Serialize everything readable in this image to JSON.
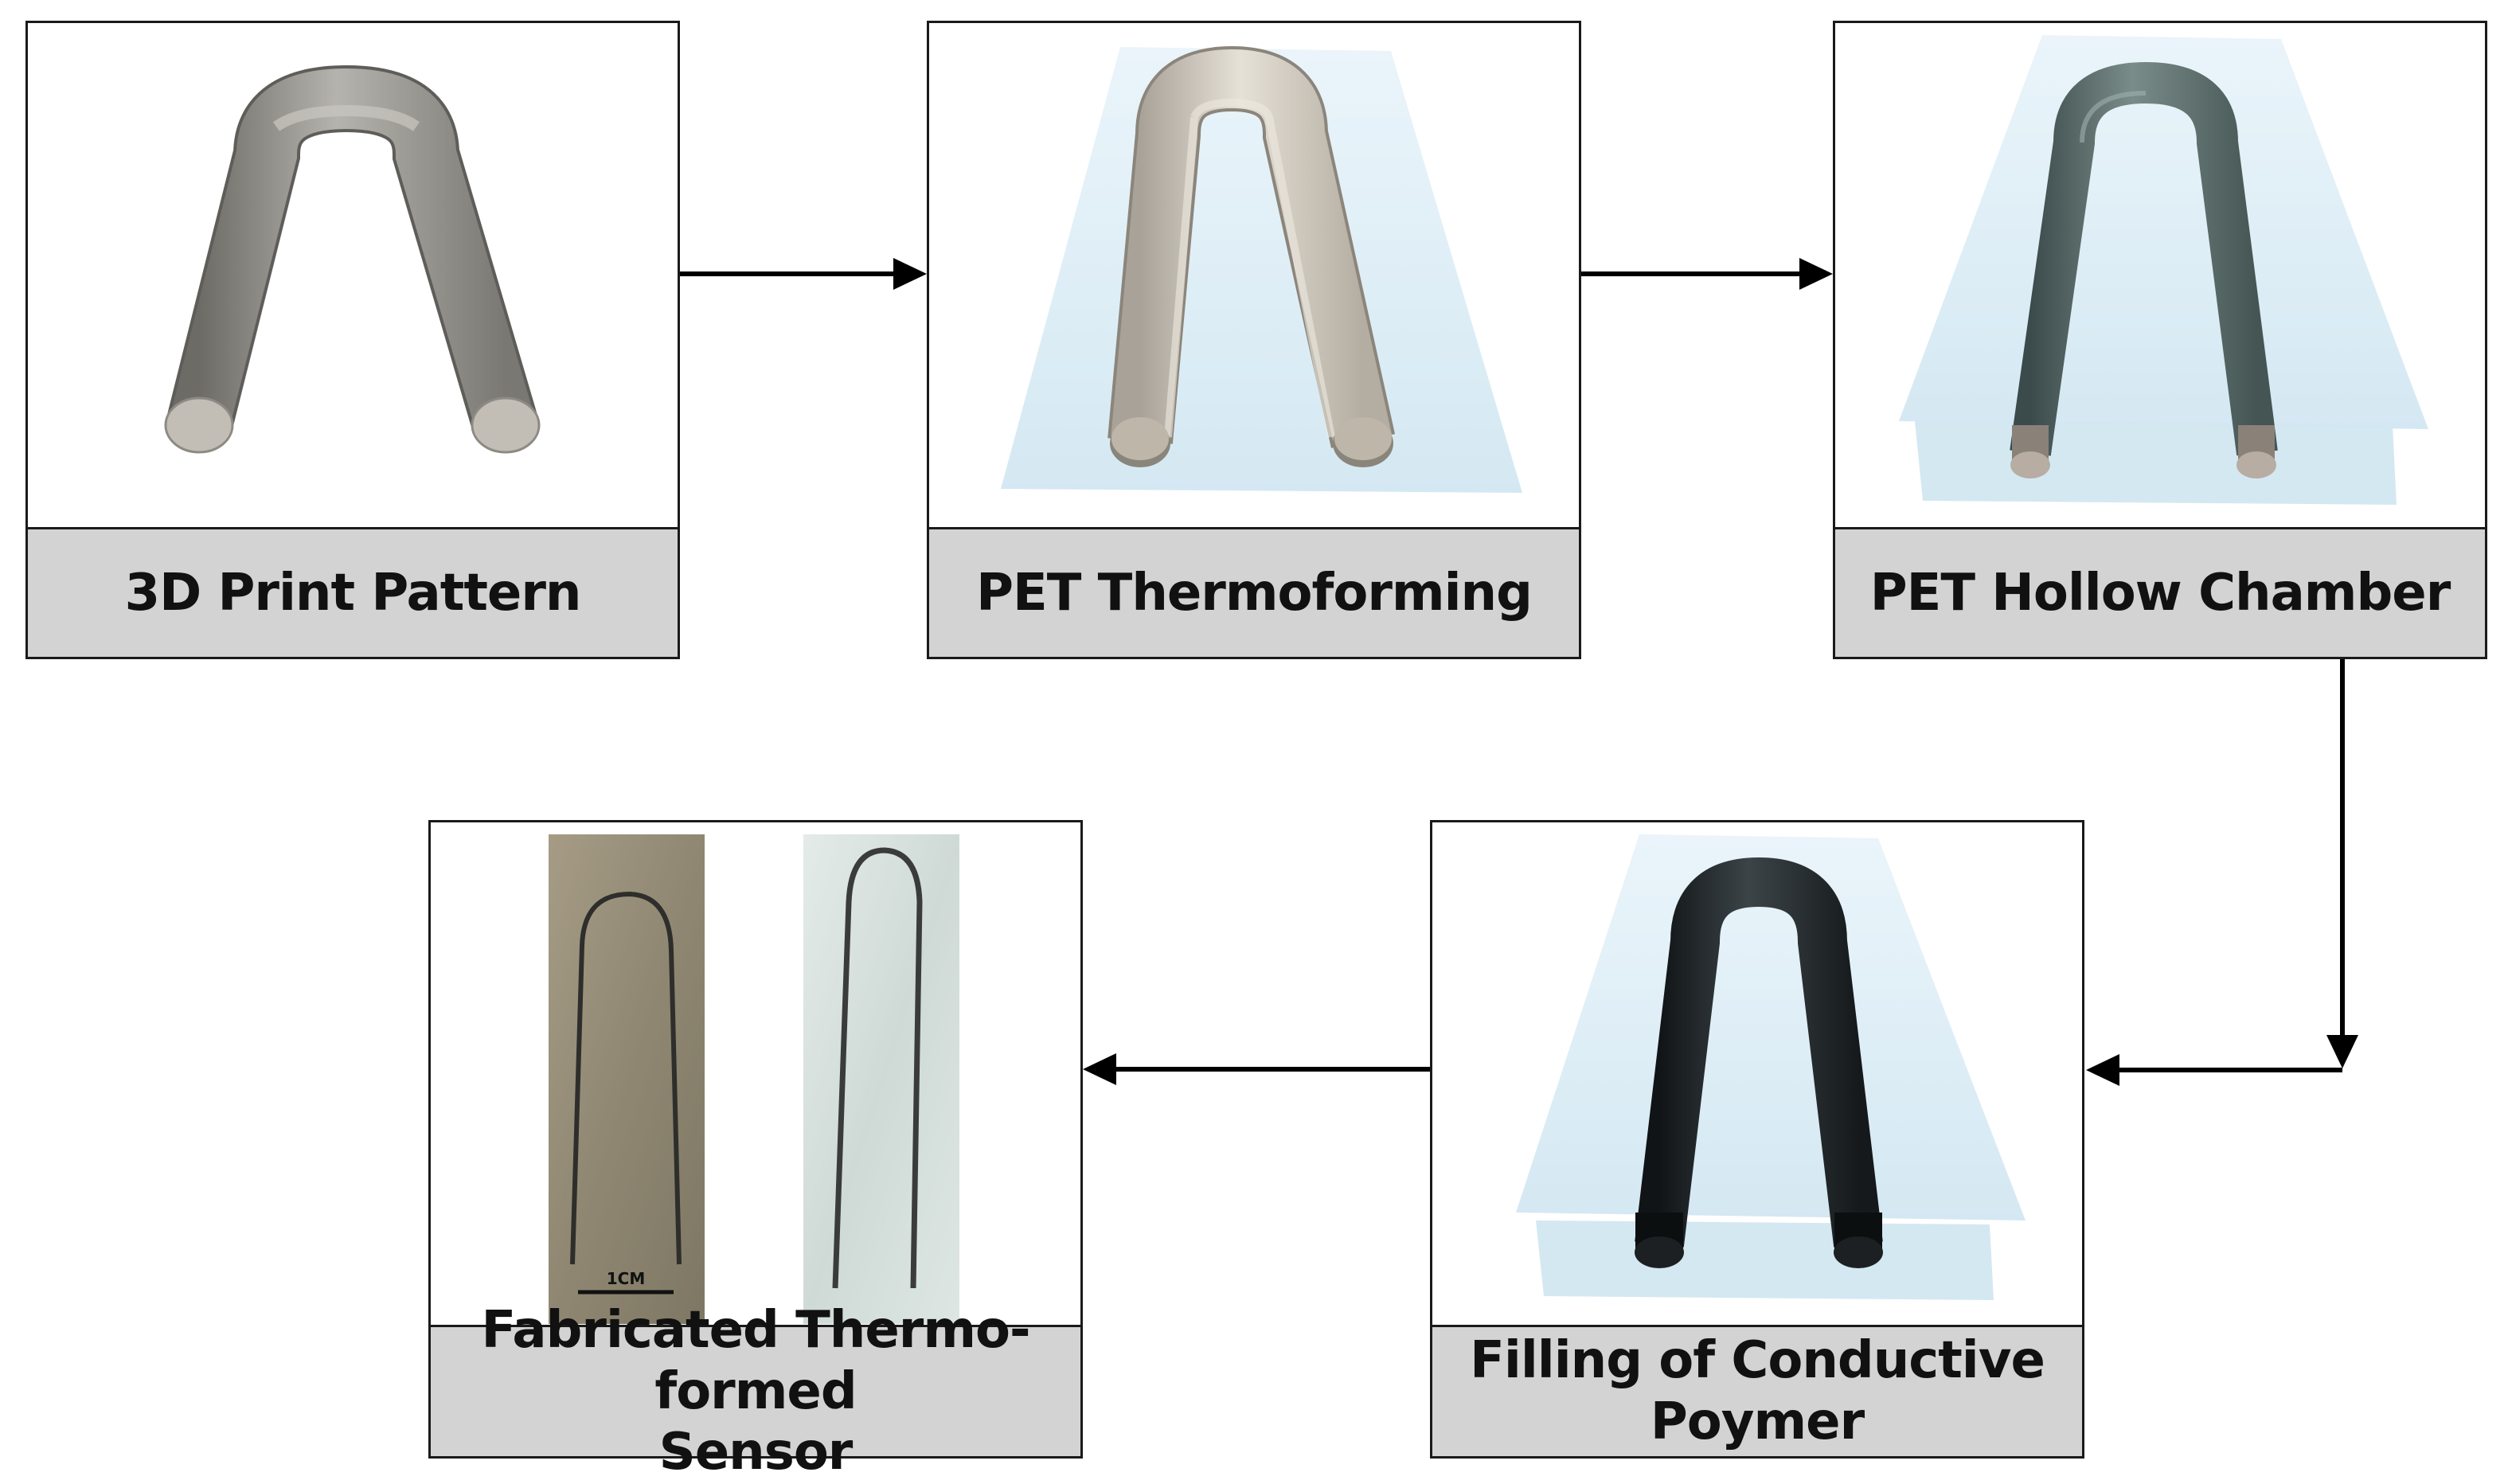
{
  "steps": [
    {
      "id": "print",
      "label": "3D Print Pattern"
    },
    {
      "id": "thermo",
      "label": "PET Thermoforming"
    },
    {
      "id": "hollow",
      "label": "PET Hollow Chamber"
    },
    {
      "id": "filling",
      "label_line1": "Filling of Conductive",
      "label_line2": "Poymer"
    },
    {
      "id": "sensor",
      "label_line1": "Fabricated Thermo-formed",
      "label_line2": "Sensor"
    }
  ],
  "scale_bar_label": "1CM",
  "colors": {
    "caption_bg": "#d3d3d3",
    "pattern_gray": "#9e9c96",
    "pet_sheet": "#dcecf5",
    "conductive_polymer": "#1e2426",
    "arrow": "#000000"
  }
}
